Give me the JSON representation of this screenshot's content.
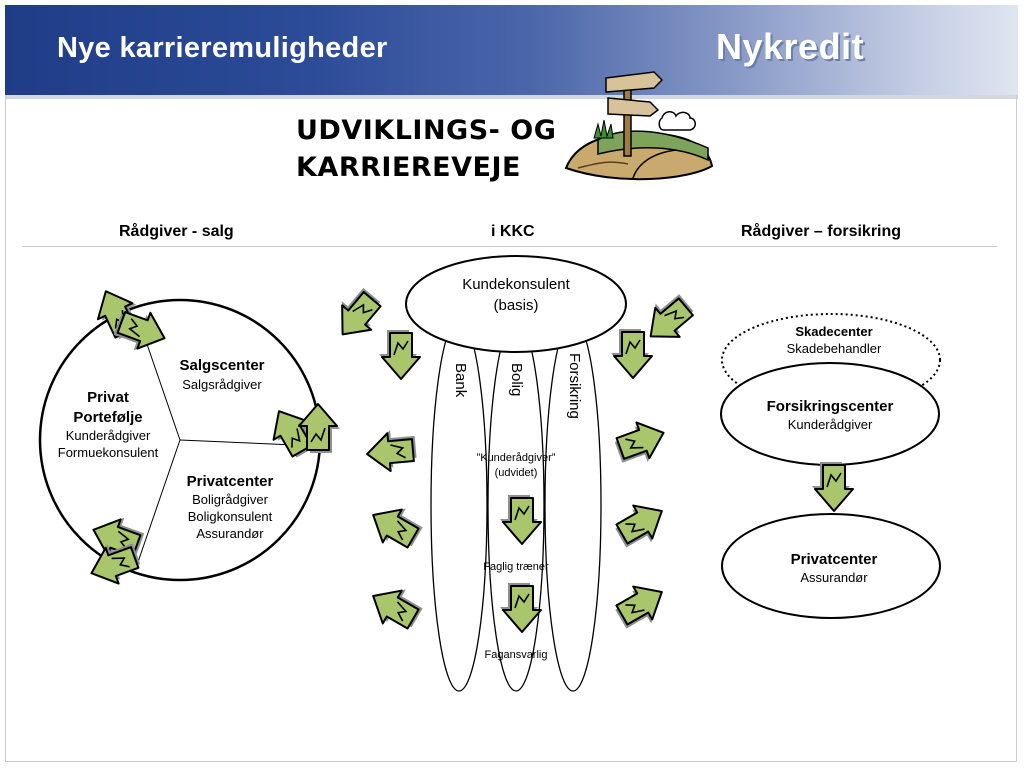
{
  "header": {
    "title": "Nye karrieremuligheder",
    "logo_text": "Nykredit"
  },
  "headline": {
    "line1": "UDVIKLINGS- OG",
    "line2": "KARRIEREVEJE"
  },
  "columns": {
    "left": "Rådgiver - salg",
    "center": "i KKC",
    "right": "Rådgiver – forsikring"
  },
  "left_circle": {
    "salgscenter": {
      "title": "Salgscenter",
      "roles": [
        "Salgsrådgiver"
      ]
    },
    "privat_portefolje": {
      "title_line1": "Privat",
      "title_line2": "Portefølje",
      "roles": [
        "Kunderådgiver",
        "Formuekonsulent"
      ]
    },
    "privatcenter": {
      "title": "Privatcenter",
      "roles": [
        "Boligrådgiver",
        "Boligkonsulent",
        "Assurandør"
      ]
    }
  },
  "center": {
    "top_box": {
      "line1": "Kundekonsulent",
      "line2": "(basis)"
    },
    "tracks": [
      "Bank",
      "Bolig",
      "Forsikring"
    ],
    "kunderaadgiver": {
      "line1": "”Kunderådgiver”",
      "line2": "(udvidet)"
    },
    "faglig_traener": "Faglig træner",
    "fagansvarlig": "Fagansvarlig"
  },
  "right": {
    "skadecenter": {
      "title": "Skadecenter",
      "role": "Skadebehandler"
    },
    "forsikringscenter": {
      "title": "Forsikringscenter",
      "role": "Kunderådgiver"
    },
    "privatcenter": {
      "title": "Privatcenter",
      "role": "Assurandør"
    }
  },
  "colors": {
    "arrow_fill": "#a9c66c",
    "arrow_shadow": "#8f8f8f",
    "header_dark": "#1f3d87"
  },
  "icons": [
    "curved-arrow-icon",
    "signpost-image"
  ]
}
